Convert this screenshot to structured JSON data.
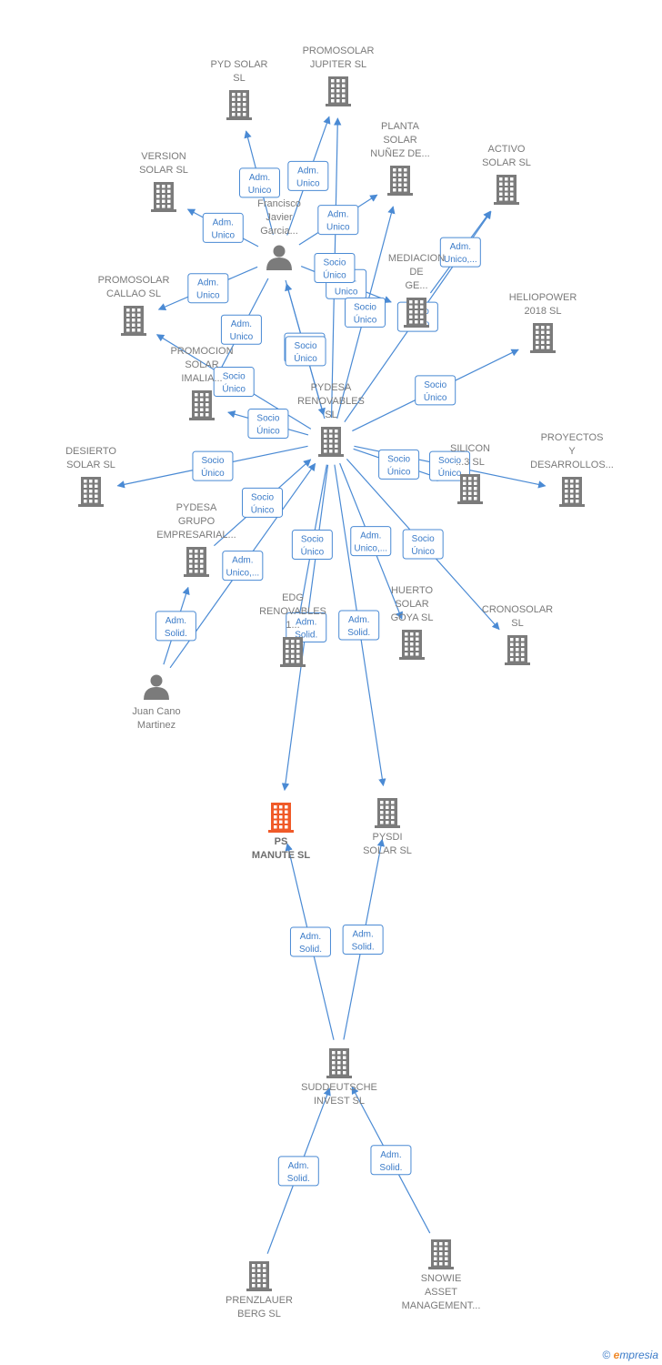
{
  "colors": {
    "edge": "#4a8ad4",
    "node": "#7b7b7b",
    "highlight": "#f05a28"
  },
  "nodes": [
    {
      "id": "pyd",
      "lines": [
        "PYD SOLAR",
        "SL"
      ],
      "icon": "building-icon"
    },
    {
      "id": "jupiter",
      "lines": [
        "PROMOSOLAR",
        "JUPITER  SL"
      ],
      "icon": "building-icon"
    },
    {
      "id": "nunez",
      "lines": [
        "PLANTA",
        "SOLAR",
        "NUÑEZ DE..."
      ],
      "icon": "building-icon"
    },
    {
      "id": "activo",
      "lines": [
        "ACTIVO",
        "SOLAR  SL"
      ],
      "icon": "building-icon"
    },
    {
      "id": "version",
      "lines": [
        "VERSION",
        "SOLAR  SL"
      ],
      "icon": "building-icon"
    },
    {
      "id": "francisco",
      "lines": [
        "Francisco",
        "Javier",
        "Garcia..."
      ],
      "icon": "person-icon"
    },
    {
      "id": "mediacion",
      "lines": [
        "MEDIACION",
        "DE",
        "GE..."
      ],
      "icon": "building-icon"
    },
    {
      "id": "callao",
      "lines": [
        "PROMOSOLAR",
        "CALLAO  SL"
      ],
      "icon": "building-icon"
    },
    {
      "id": "heliopower",
      "lines": [
        "HELIOPOWER",
        "2018  SL"
      ],
      "icon": "building-icon"
    },
    {
      "id": "imalia",
      "lines": [
        "PROMOCION",
        "SOLAR",
        "IMALIA..."
      ],
      "icon": "building-icon"
    },
    {
      "id": "pydesa",
      "lines": [
        "PYDESA",
        "RENOVABLES",
        "SL"
      ],
      "icon": "building-icon"
    },
    {
      "id": "desierto",
      "lines": [
        "DESIERTO",
        "SOLAR  SL"
      ],
      "icon": "building-icon"
    },
    {
      "id": "silicon",
      "lines": [
        "SILICON",
        "...3  SL"
      ],
      "icon": "building-icon"
    },
    {
      "id": "proyectos",
      "lines": [
        "PROYECTOS",
        "Y",
        "DESARROLLOS..."
      ],
      "icon": "building-icon"
    },
    {
      "id": "grupo",
      "lines": [
        "PYDESA",
        "GRUPO",
        "EMPRESARIAL..."
      ],
      "icon": "building-icon"
    },
    {
      "id": "edg",
      "lines": [
        "EDG",
        "RENOVABLES",
        "1..."
      ],
      "icon": "building-icon"
    },
    {
      "id": "huerto",
      "lines": [
        "HUERTO",
        "SOLAR",
        "GOYA  SL"
      ],
      "icon": "building-icon"
    },
    {
      "id": "cronosolar",
      "lines": [
        "CRONOSOLAR",
        "SL"
      ],
      "icon": "building-icon"
    },
    {
      "id": "juan",
      "lines": [
        "Juan Cano",
        "Martinez"
      ],
      "icon": "person-icon"
    },
    {
      "id": "manute",
      "lines": [
        "PS",
        "MANUTE  SL"
      ],
      "icon": "building-icon",
      "highlight": true
    },
    {
      "id": "pysdi",
      "lines": [
        "PYSDI",
        "SOLAR  SL"
      ],
      "icon": "building-icon"
    },
    {
      "id": "suddeutsche",
      "lines": [
        "SUDDEUTSCHE",
        "INVEST SL"
      ],
      "icon": "building-icon"
    },
    {
      "id": "prenzlauer",
      "lines": [
        "PRENZLAUER",
        "BERG  SL"
      ],
      "icon": "building-icon"
    },
    {
      "id": "snowie",
      "lines": [
        "SNOWIE",
        "ASSET",
        "MANAGEMENT..."
      ],
      "icon": "building-icon"
    }
  ],
  "edges": [
    {
      "from": "francisco",
      "to": "pyd",
      "label": [
        "Adm.",
        "Unico"
      ]
    },
    {
      "from": "francisco",
      "to": "jupiter",
      "label": [
        "Adm.",
        "Unico"
      ]
    },
    {
      "from": "francisco",
      "to": "nunez",
      "label": [
        "Adm.",
        "Unico"
      ]
    },
    {
      "from": "francisco",
      "to": "version",
      "label": [
        "Adm.",
        "Unico"
      ]
    },
    {
      "from": "francisco",
      "to": "callao",
      "label": [
        "Adm.",
        "Unico"
      ]
    },
    {
      "from": "francisco",
      "to": "mediacion",
      "label": [
        "Adm.",
        "Unico"
      ]
    },
    {
      "from": "francisco",
      "to": "imalia",
      "label": [
        "Adm.",
        "Unico"
      ]
    },
    {
      "from": "francisco",
      "to": "pydesa",
      "label": [
        "Adm.",
        "Solid."
      ]
    },
    {
      "from": "pydesa",
      "to": "francisco",
      "label": [
        "Socio",
        "Único"
      ]
    },
    {
      "from": "pydesa",
      "to": "jupiter",
      "label": [
        "Socio",
        "Único"
      ]
    },
    {
      "from": "pydesa",
      "to": "nunez",
      "label": [
        "Socio",
        "Único"
      ]
    },
    {
      "from": "pydesa",
      "to": "activo",
      "label": [
        "Socio",
        "Único"
      ]
    },
    {
      "from": "pydesa",
      "to": "heliopower",
      "label": [
        "Socio",
        "Único"
      ]
    },
    {
      "from": "pydesa",
      "to": "callao",
      "label": [
        "Socio",
        "Único"
      ]
    },
    {
      "from": "pydesa",
      "to": "imalia",
      "label": [
        "Socio",
        "Único"
      ]
    },
    {
      "from": "pydesa",
      "to": "desierto",
      "label": [
        "Socio",
        "Único"
      ]
    },
    {
      "from": "pydesa",
      "to": "silicon",
      "label": [
        "Socio",
        "Único"
      ]
    },
    {
      "from": "pydesa",
      "to": "proyectos",
      "label": [
        "Socio",
        "Único"
      ]
    },
    {
      "from": "pydesa",
      "to": "edg",
      "label": [
        "Socio",
        "Único"
      ]
    },
    {
      "from": "pydesa",
      "to": "huerto",
      "label": [
        "Adm.",
        "Unico,..."
      ]
    },
    {
      "from": "pydesa",
      "to": "cronosolar",
      "label": [
        "Socio",
        "Único"
      ]
    },
    {
      "from": "mediacion",
      "to": "activo",
      "label": [
        "Adm.",
        "Unico,..."
      ]
    },
    {
      "from": "grupo",
      "to": "pydesa",
      "label": [
        "Socio",
        "Único"
      ]
    },
    {
      "from": "juan",
      "to": "pydesa",
      "label": [
        "Adm.",
        "Unico,..."
      ]
    },
    {
      "from": "juan",
      "to": "grupo",
      "label": [
        "Adm.",
        "Solid."
      ]
    },
    {
      "from": "pydesa",
      "to": "manute",
      "label": [
        "Adm.",
        "Solid."
      ]
    },
    {
      "from": "pydesa",
      "to": "pysdi",
      "label": [
        "Adm.",
        "Solid."
      ]
    },
    {
      "from": "suddeutsche",
      "to": "manute",
      "label": [
        "Adm.",
        "Solid."
      ]
    },
    {
      "from": "suddeutsche",
      "to": "pysdi",
      "label": [
        "Adm.",
        "Solid."
      ]
    },
    {
      "from": "prenzlauer",
      "to": "suddeutsche",
      "label": [
        "Adm.",
        "Solid."
      ]
    },
    {
      "from": "snowie",
      "to": "suddeutsche",
      "label": [
        "Adm.",
        "Solid."
      ]
    }
  ],
  "footer": {
    "symbol": "©",
    "brand_initial": "e",
    "brand_rest": "mpresia"
  }
}
